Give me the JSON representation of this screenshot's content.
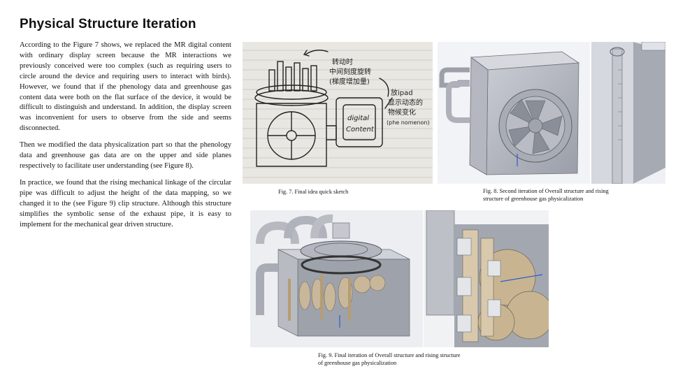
{
  "title": "Physical Structure Iteration",
  "paragraphs": [
    "According to the Figure 7 shows, we replaced the MR digital content with ordinary display screen because the MR interactions we previously conceived were too complex (such as requiring users to circle around the device and requiring users to interact with birds). However, we found that if the phenology data and greenhouse gas content data were both on the flat surface of the device, it would be difficult to distinguish and understand. In addition, the display screen was inconvenient for users to observe from the side and seems disconnected.",
    "Then we modified the data physicalization part so that the phenology data and greenhouse gas data are on the upper and side planes respectively to facilitate user understanding (see Figure 8).",
    "In practice, we found that the rising mechanical linkage of the circular pipe was difficult to adjust the height of the data mapping, so we changed it to the (see Figure 9) clip structure. Although this structure simplifies the symbolic sense of the exhaust pipe, it is easy to implement for the mechanical gear driven structure."
  ],
  "fig7": {
    "caption": "Fig. 7. Final idea quick sketch",
    "sketch_text": [
      "转动时",
      "中间刻度旋转",
      "(梯度增加量)",
      "放ipad",
      "显示动态的",
      "物候变化",
      "(phe nomenon)",
      "digital",
      "Content"
    ]
  },
  "fig8": {
    "caption_line1": "Fig. 8. Second iteration of Overall structure and rising",
    "caption_line2": "structure of greenhouse gas physicalization"
  },
  "fig9": {
    "caption_line1": "Fig. 9. Final iteration of Overall structure and rising structure",
    "caption_line2": "of greenhouse gas physicalization"
  }
}
